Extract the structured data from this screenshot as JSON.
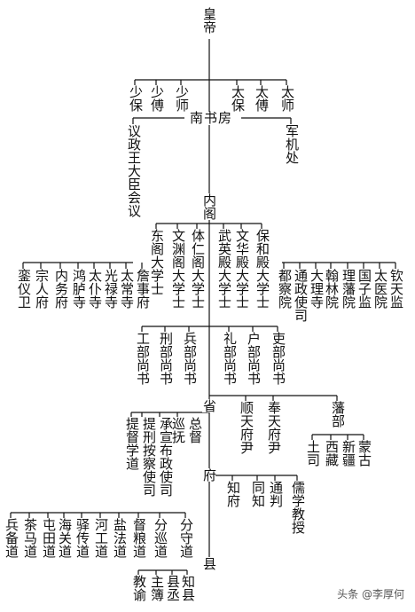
{
  "emperor": "皇帝",
  "advisors_left": [
    "少保",
    "少傅",
    "少师"
  ],
  "advisors_right": [
    "太保",
    "太傅",
    "太师"
  ],
  "south_study": "南书房",
  "council_of_princes": "议政王大臣会议",
  "grand_council": "军机处",
  "grand_secretariat": "内阁",
  "grand_secretaries_left": [
    "东阁大学士",
    "文渊阁大学士",
    "体仁阁大学士"
  ],
  "grand_secretaries_right": [
    "武英殿大学士",
    "文华殿大学士",
    "保和殿大学士"
  ],
  "bureaus_left": [
    "銮仪卫",
    "宗人府",
    "内务府",
    "鸿胪寺",
    "太仆寺",
    "光禄寺",
    "太常寺",
    "詹事府"
  ],
  "bureaus_right": [
    "都察院",
    "通政使司",
    "大理寺",
    "翰林院",
    "理藩院",
    "国子监",
    "太医院",
    "钦天监"
  ],
  "ministers_left": [
    "工部尚书",
    "刑部尚书",
    "兵部尚书"
  ],
  "ministers_right": [
    "礼部尚书",
    "户部尚书",
    "吏部尚书"
  ],
  "province": "省",
  "provincial_officials": [
    "提督学道",
    "提刑按察使司",
    "承宣布政使司",
    "巡抚",
    "总督"
  ],
  "shuntian": "顺天府尹",
  "fengtian": "奉天府尹",
  "vassal": "藩部",
  "vassal_regions": [
    "土司",
    "西藏",
    "新疆",
    "蒙古"
  ],
  "prefecture": "府",
  "prefecture_officials": [
    "知府",
    "同知",
    "通判",
    "儒学教授"
  ],
  "circuits": [
    "兵备道",
    "茶马道",
    "屯田道",
    "海关道",
    "驿传道",
    "河工道",
    "盐法道",
    "督粮道",
    "分巡道",
    "分守道"
  ],
  "county": "县",
  "county_officials": [
    "教谕",
    "主簿",
    "县丞",
    "知县"
  ],
  "watermark": "头条 @李厚何"
}
